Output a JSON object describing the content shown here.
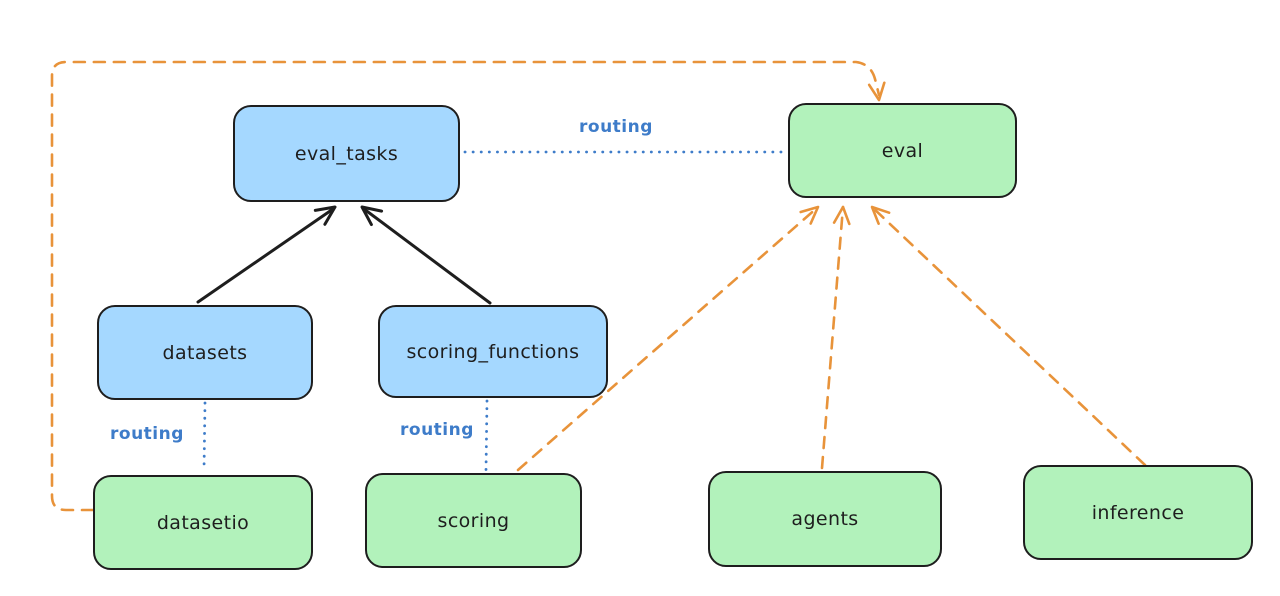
{
  "diagram": {
    "background": "#ffffff",
    "colors": {
      "registry_fill": "#a5d8ff",
      "api_fill": "#b2f2bb",
      "node_stroke": "#1e1e1e",
      "routing_line": "#3e7cc9",
      "provider_dash": "#e8933a",
      "solid_arrow": "#1e1e1e"
    },
    "nodes": [
      {
        "id": "eval_tasks",
        "label": "eval_tasks",
        "fill": "#a5d8ff"
      },
      {
        "id": "eval",
        "label": "eval",
        "fill": "#b2f2bb"
      },
      {
        "id": "datasets",
        "label": "datasets",
        "fill": "#a5d8ff"
      },
      {
        "id": "scoring_functions",
        "label": "scoring_functions",
        "fill": "#a5d8ff"
      },
      {
        "id": "datasetio",
        "label": "datasetio",
        "fill": "#b2f2bb"
      },
      {
        "id": "scoring",
        "label": "scoring",
        "fill": "#b2f2bb"
      },
      {
        "id": "agents",
        "label": "agents",
        "fill": "#b2f2bb"
      },
      {
        "id": "inference",
        "label": "inference",
        "fill": "#b2f2bb"
      }
    ],
    "edges": [
      {
        "id": "datasets-to-eval_tasks",
        "from": "datasets",
        "to": "eval_tasks",
        "style": "solid",
        "color": "#1e1e1e",
        "arrow": true,
        "label": ""
      },
      {
        "id": "scoring_functions-to-eval_tasks",
        "from": "scoring_functions",
        "to": "eval_tasks",
        "style": "solid",
        "color": "#1e1e1e",
        "arrow": true,
        "label": ""
      },
      {
        "id": "eval_tasks-to-eval",
        "from": "eval_tasks",
        "to": "eval",
        "style": "dotted",
        "color": "#3e7cc9",
        "arrow": false,
        "label": "routing"
      },
      {
        "id": "datasets-to-datasetio",
        "from": "datasets",
        "to": "datasetio",
        "style": "dotted",
        "color": "#3e7cc9",
        "arrow": false,
        "label": "routing"
      },
      {
        "id": "scoring_functions-to-scoring",
        "from": "scoring_functions",
        "to": "scoring",
        "style": "dotted",
        "color": "#3e7cc9",
        "arrow": false,
        "label": "routing"
      },
      {
        "id": "datasetio-to-eval",
        "from": "datasetio",
        "to": "eval",
        "style": "dashed",
        "color": "#e8933a",
        "arrow": true,
        "label": ""
      },
      {
        "id": "scoring-to-eval",
        "from": "scoring",
        "to": "eval",
        "style": "dashed",
        "color": "#e8933a",
        "arrow": true,
        "label": ""
      },
      {
        "id": "agents-to-eval",
        "from": "agents",
        "to": "eval",
        "style": "dashed",
        "color": "#e8933a",
        "arrow": true,
        "label": ""
      },
      {
        "id": "inference-to-eval",
        "from": "inference",
        "to": "eval",
        "style": "dashed",
        "color": "#e8933a",
        "arrow": true,
        "label": ""
      }
    ]
  }
}
